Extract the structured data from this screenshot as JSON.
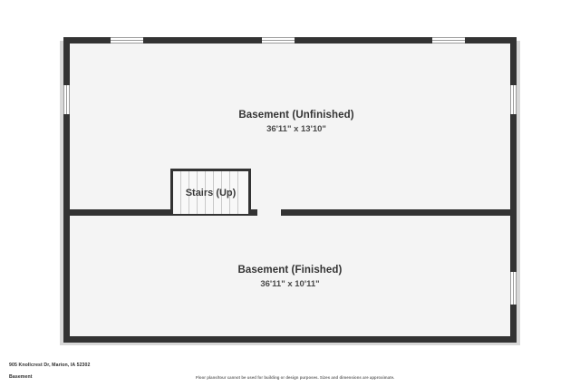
{
  "document": {
    "type": "floor-plan",
    "level_name": "Basement"
  },
  "rooms": [
    {
      "id": "basement-unfinished",
      "name": "Basement (Unfinished)",
      "dimensions": "36'11\" x 13'10\"",
      "fill_color": "#f4f4f4"
    },
    {
      "id": "basement-finished",
      "name": "Basement (Finished)",
      "dimensions": "36'11\" x 10'11\"",
      "fill_color": "#f4f4f4"
    }
  ],
  "features": {
    "stairs": {
      "label": "Stairs (Up)",
      "tread_count": 9
    }
  },
  "footer": {
    "address": "905 Knollcrest Dr, Marion, IA 52302",
    "level": "Basement",
    "disclaimer": "Floor plans/tour cannot be used for building or design purposes. Sizes and dimensions are approximate."
  },
  "colors": {
    "wall": "#333333",
    "room_fill": "#f4f4f4",
    "window": "#ffffff",
    "text": "#333333"
  }
}
